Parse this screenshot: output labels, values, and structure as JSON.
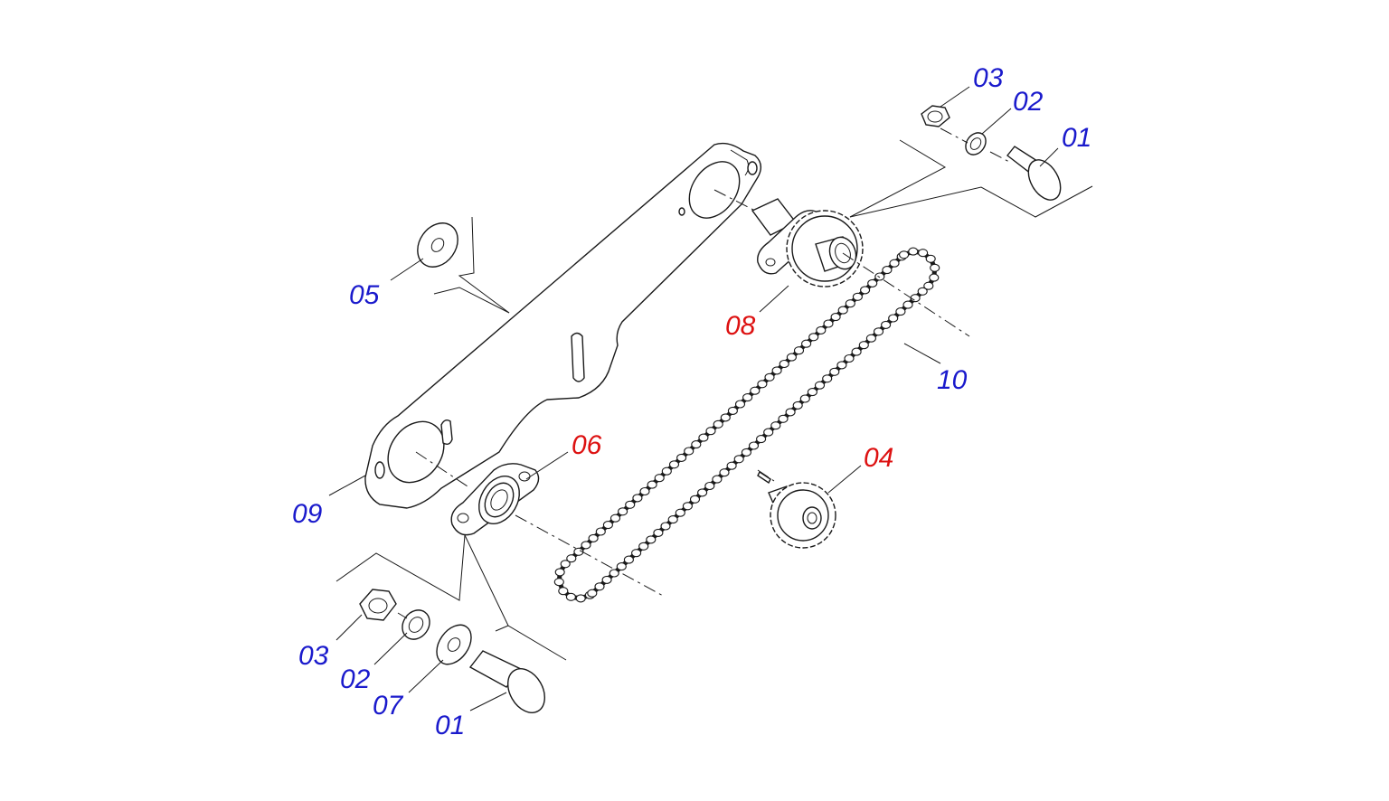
{
  "colors": {
    "standard_part": "#1a1acc",
    "assembly_part": "#dd1111",
    "line": "#1a1a1a"
  },
  "callouts": {
    "top_nut": {
      "label": "03",
      "kind": "standard"
    },
    "top_washer": {
      "label": "02",
      "kind": "standard"
    },
    "top_bolt": {
      "label": "01",
      "kind": "standard"
    },
    "spacer": {
      "label": "05",
      "kind": "standard"
    },
    "upper_sprocket": {
      "label": "08",
      "kind": "assembly"
    },
    "chain": {
      "label": "10",
      "kind": "standard"
    },
    "bearing": {
      "label": "06",
      "kind": "assembly"
    },
    "lower_sprocket": {
      "label": "04",
      "kind": "assembly"
    },
    "arm_plate": {
      "label": "09",
      "kind": "standard"
    },
    "bottom_nut": {
      "label": "03",
      "kind": "standard"
    },
    "bottom_washer": {
      "label": "02",
      "kind": "standard"
    },
    "bottom_flat_washer": {
      "label": "07",
      "kind": "standard"
    },
    "bottom_bolt": {
      "label": "01",
      "kind": "standard"
    }
  }
}
